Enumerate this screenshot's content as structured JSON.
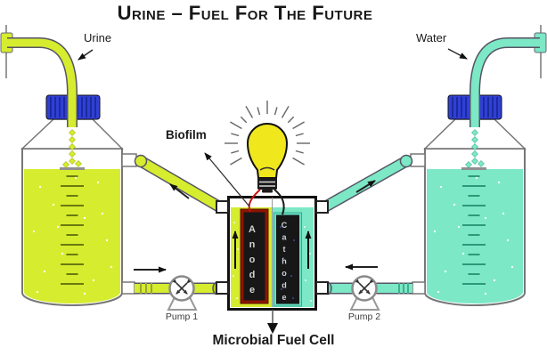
{
  "title": "Urine – Fuel For The Future",
  "labels": {
    "urine": "Urine",
    "water": "Water",
    "biofilm": "Biofilm",
    "anode": "Anode",
    "cathode": "Cathode",
    "pump1": "Pump 1",
    "pump2": "Pump 2",
    "fuel_cell": "Microbial Fuel Cell"
  },
  "colors": {
    "urine_liquid": "#d6ec2e",
    "water_liquid": "#7ce8c5",
    "bottle_cap": "#3040d5",
    "anode_biofilm": "#8a1500",
    "electrode": "#171717",
    "bulb": "#f0e71d",
    "wire_red": "#cc1111",
    "wire_black": "#1a1a1a"
  }
}
